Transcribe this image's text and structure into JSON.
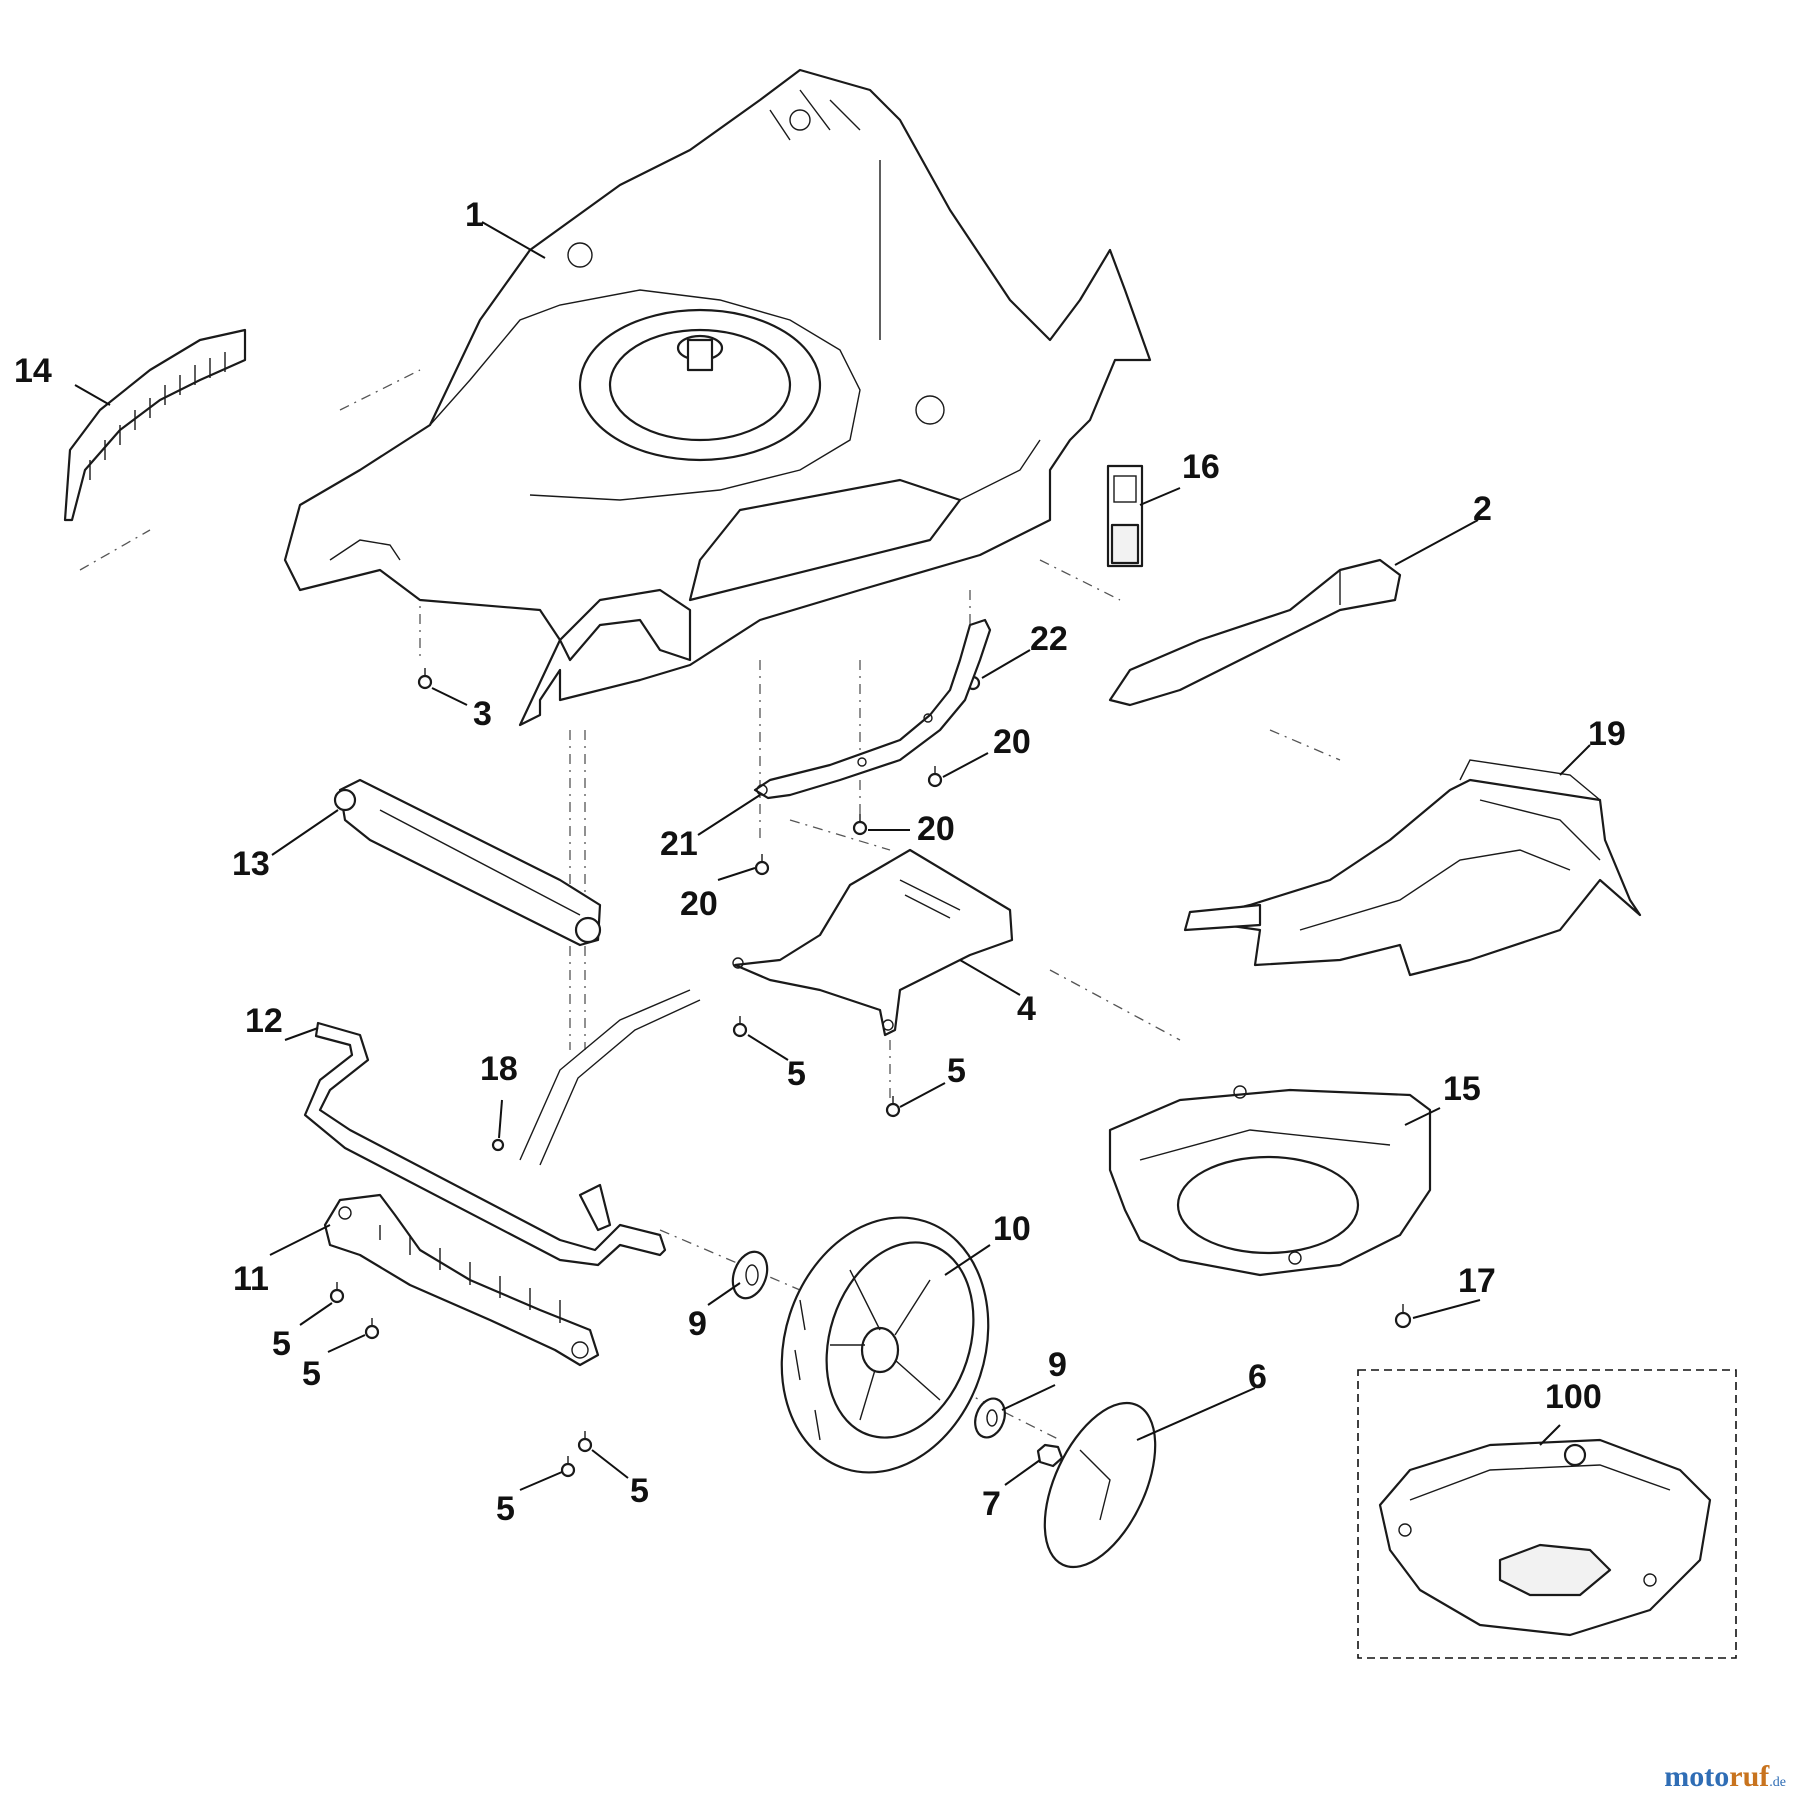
{
  "callouts": [
    {
      "id": "1"
    },
    {
      "id": "2"
    },
    {
      "id": "3"
    },
    {
      "id": "4"
    },
    {
      "id": "5a",
      "label": "5"
    },
    {
      "id": "5b",
      "label": "5"
    },
    {
      "id": "5c",
      "label": "5"
    },
    {
      "id": "5d",
      "label": "5"
    },
    {
      "id": "5e",
      "label": "5"
    },
    {
      "id": "5f",
      "label": "5"
    },
    {
      "id": "6"
    },
    {
      "id": "7"
    },
    {
      "id": "9a",
      "label": "9"
    },
    {
      "id": "9b",
      "label": "9"
    },
    {
      "id": "10"
    },
    {
      "id": "11"
    },
    {
      "id": "12"
    },
    {
      "id": "13"
    },
    {
      "id": "14"
    },
    {
      "id": "15"
    },
    {
      "id": "16"
    },
    {
      "id": "17"
    },
    {
      "id": "18"
    },
    {
      "id": "19"
    },
    {
      "id": "20a",
      "label": "20"
    },
    {
      "id": "20b",
      "label": "20"
    },
    {
      "id": "20c",
      "label": "20"
    },
    {
      "id": "21"
    },
    {
      "id": "22"
    },
    {
      "id": "100"
    }
  ],
  "labels": {
    "l1": "1",
    "l2": "2",
    "l3": "3",
    "l4": "4",
    "l5a": "5",
    "l5b": "5",
    "l5c": "5",
    "l5d": "5",
    "l5e": "5",
    "l5f": "5",
    "l6": "6",
    "l7": "7",
    "l9a": "9",
    "l9b": "9",
    "l10": "10",
    "l11": "11",
    "l12": "12",
    "l13": "13",
    "l14": "14",
    "l15": "15",
    "l16": "16",
    "l17": "17",
    "l18": "18",
    "l19": "19",
    "l20a": "20",
    "l20b": "20",
    "l20c": "20",
    "l21": "21",
    "l22": "22",
    "l100": "100"
  },
  "watermark": {
    "brand_a": "moto",
    "brand_b": "ruf",
    "suffix": ".de"
  }
}
